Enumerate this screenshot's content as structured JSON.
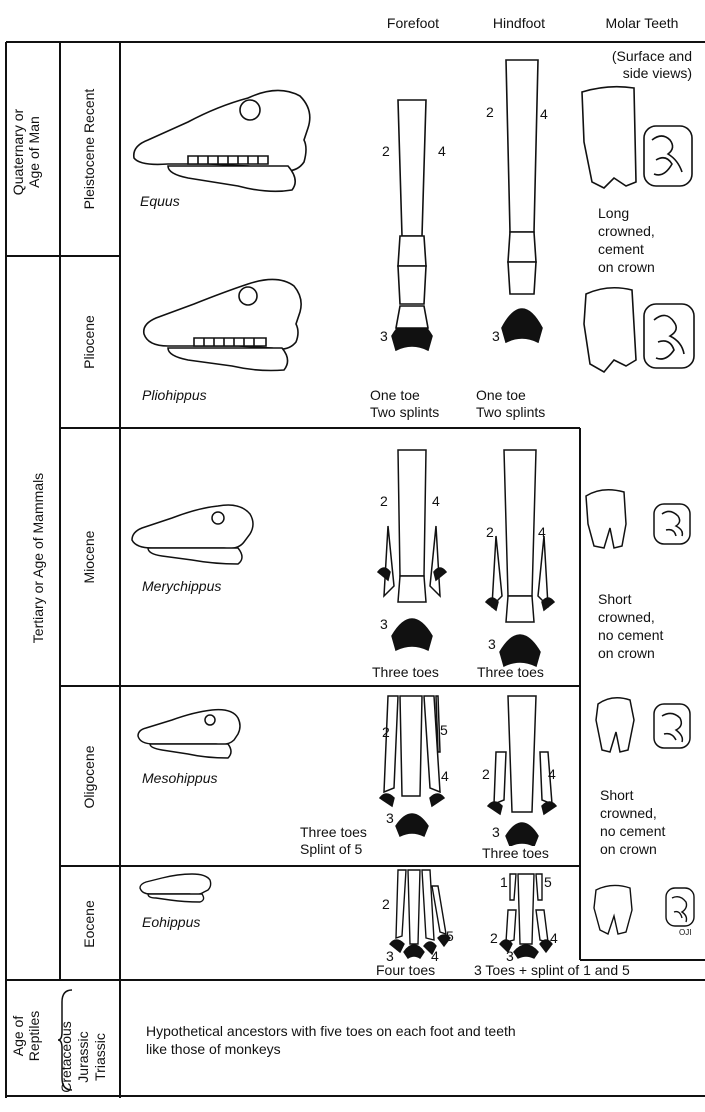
{
  "header": {
    "forefoot": "Forefoot",
    "hindfoot": "Hindfoot",
    "molar": "Molar Teeth"
  },
  "eras": {
    "quaternary": [
      "Quaternary or",
      "Age of Man"
    ],
    "tertiary": "Tertiary or Age of Mammals",
    "reptiles": [
      "Age of",
      "Reptiles"
    ]
  },
  "periods": {
    "pleistocene": "Pleistocene Recent",
    "pliocene": "Pliocene",
    "miocene": "Miocene",
    "oligocene": "Oligocene",
    "eocene": "Eocene",
    "mesozoic": [
      "Cretaceous",
      "Jurassic",
      "Triassic"
    ]
  },
  "genera": {
    "equus": "Equus",
    "pliohippus": "Pliohippus",
    "merychippus": "Merychippus",
    "mesohippus": "Mesohippus",
    "eohippus": "Eohippus"
  },
  "molar_notes": {
    "surface_side": [
      "(Surface and",
      "side views)"
    ],
    "long_crowned": [
      "Long",
      "crowned,",
      "cement",
      "on crown"
    ],
    "short_crowned_1": [
      "Short",
      "crowned,",
      "no cement",
      "on crown"
    ],
    "short_crowned_2": [
      "Short",
      "crowned,",
      "no cement",
      "on crown"
    ]
  },
  "foot_captions": {
    "pliocene_fore": [
      "One toe",
      "Two splints"
    ],
    "pliocene_hind": [
      "One toe",
      "Two splints"
    ],
    "miocene_fore": "Three toes",
    "miocene_hind": "Three toes",
    "oligocene_fore": [
      "Three toes",
      "Splint of 5"
    ],
    "oligocene_hind": "Three toes",
    "eocene_fore": "Four toes",
    "eocene_hind": "3 Toes + splint of 1 and 5"
  },
  "digit_labels": {
    "one": "1",
    "two": "2",
    "three": "3",
    "four": "4",
    "five": "5"
  },
  "signature": "OJI",
  "ancestors_text": [
    "Hypothetical ancestors with five toes on each foot and teeth",
    "like those of monkeys"
  ]
}
